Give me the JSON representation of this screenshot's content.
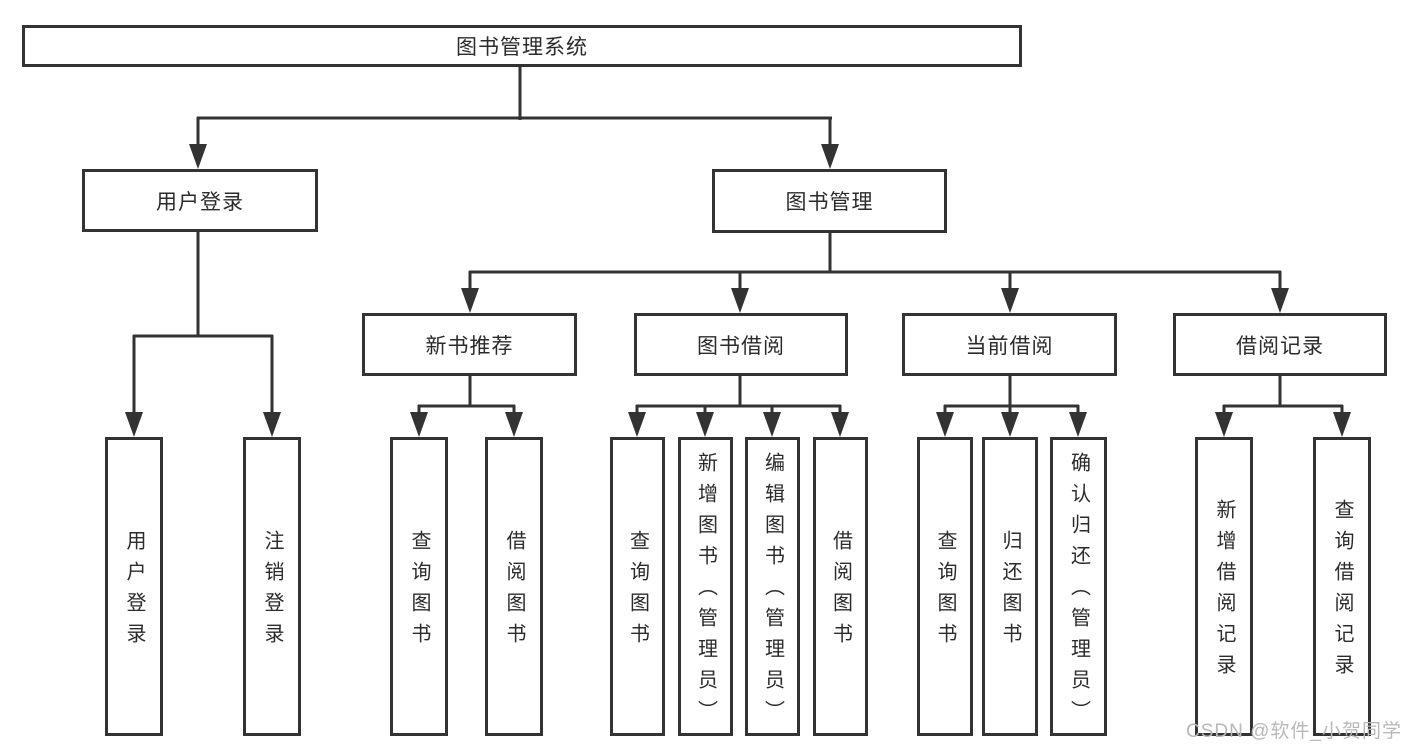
{
  "tree": {
    "label": "图书管理系统",
    "children": [
      {
        "label": "用户登录",
        "children": [
          {
            "label": "用户登录"
          },
          {
            "label": "注销登录"
          }
        ]
      },
      {
        "label": "图书管理",
        "children": [
          {
            "label": "新书推荐",
            "children": [
              {
                "label": "查询图书"
              },
              {
                "label": "借阅图书"
              }
            ]
          },
          {
            "label": "图书借阅",
            "children": [
              {
                "label": "查询图书"
              },
              {
                "label": "新增图书（管理员）"
              },
              {
                "label": "编辑图书（管理员）"
              },
              {
                "label": "借阅图书"
              }
            ]
          },
          {
            "label": "当前借阅",
            "children": [
              {
                "label": "查询图书"
              },
              {
                "label": "归还图书"
              },
              {
                "label": "确认归还（管理员）"
              }
            ]
          },
          {
            "label": "借阅记录",
            "children": [
              {
                "label": "新增借阅记录"
              },
              {
                "label": "查询借阅记录"
              }
            ]
          }
        ]
      }
    ]
  },
  "watermark": "CSDN @软件_小贺同学",
  "colors": {
    "line": "#333333",
    "text": "#2b2b2b",
    "watermark": "#b8b8b8",
    "background": "#ffffff"
  }
}
